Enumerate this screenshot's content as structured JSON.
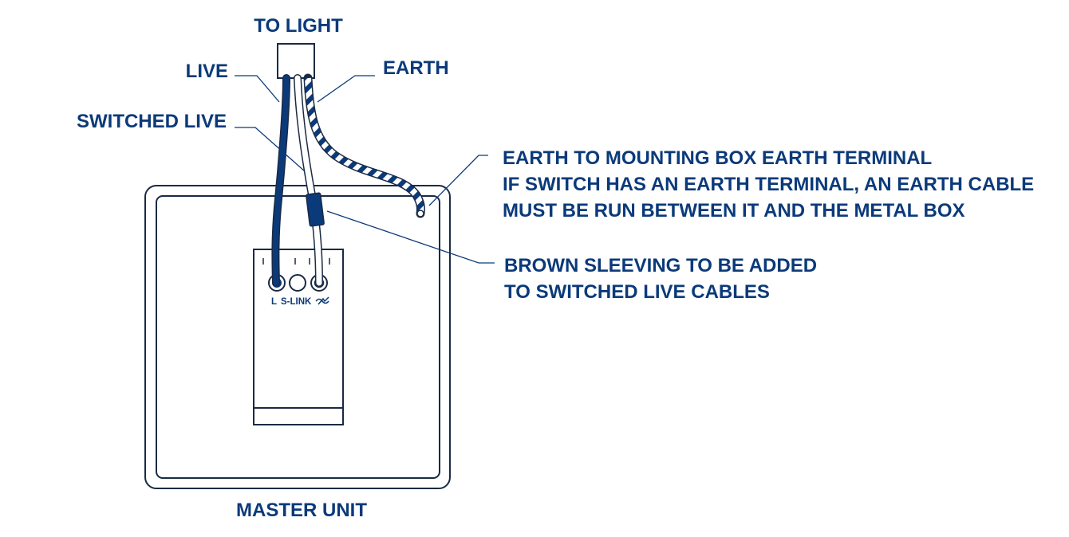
{
  "labels": {
    "to_light": "TO LIGHT",
    "live": "LIVE",
    "earth": "EARTH",
    "switched_live": "SWITCHED LIVE",
    "earth_note": [
      "EARTH TO MOUNTING BOX EARTH TERMINAL",
      "IF SWITCH HAS AN EARTH TERMINAL, AN EARTH CABLE",
      "MUST BE RUN BETWEEN IT AND THE METAL BOX"
    ],
    "sleeve_note": [
      "BROWN SLEEVING TO BE ADDED",
      "TO SWITCHED LIVE CABLES"
    ],
    "master_unit": "MASTER UNIT"
  },
  "terminals": {
    "l": "L",
    "s_link": "S-LINK"
  },
  "colors": {
    "ink": "#0b3a7a",
    "outline": "#1a2a44",
    "background": "#ffffff"
  },
  "icons": {
    "switched_terminal": "switched-live-symbol-icon"
  }
}
